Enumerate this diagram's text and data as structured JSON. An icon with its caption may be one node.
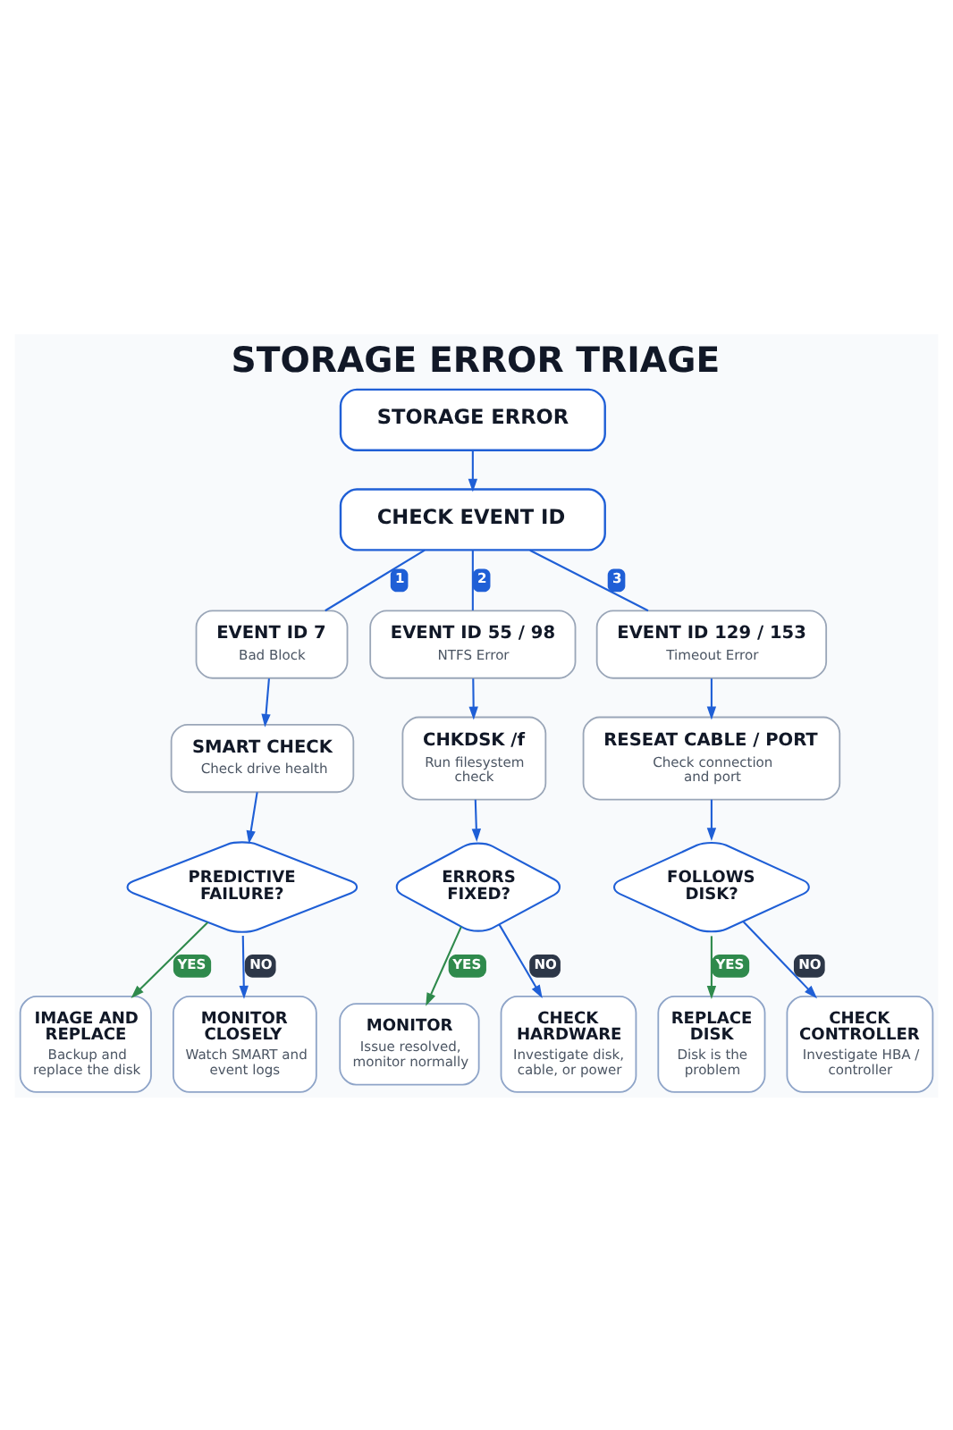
{
  "diagram": {
    "title": "STORAGE ERROR TRIAGE",
    "nodes": [
      {
        "text": [
          "STORAGE ERROR"
        ]
      },
      {
        "text": [
          "CHECK EVENT ID"
        ]
      },
      {
        "text": [
          "EVENT ID 7",
          "Bad Block"
        ]
      },
      {
        "text": [
          "EVENT ID 55 / 98",
          "NTFS Error"
        ]
      },
      {
        "text": [
          "EVENT ID 129 / 153",
          "Timeout Error"
        ]
      },
      {
        "text": [
          "SMART CHECK",
          "Check drive health"
        ]
      },
      {
        "text": [
          "CHKDSK /f",
          "Run filesystem check"
        ]
      },
      {
        "text": [
          "RESEAT CABLE / PORT",
          "Check connection and port"
        ]
      },
      {
        "text": [
          "PREDICTIVE FAILURE?"
        ]
      },
      {
        "text": [
          "ERRORS FIXED?"
        ]
      },
      {
        "text": [
          "FOLLOWS DISK?"
        ]
      },
      {
        "text": [
          "IMAGE AND REPLACE",
          "Backup and replace the disk"
        ]
      },
      {
        "text": [
          "MONITOR CLOSELY",
          "Watch SMART and event logs"
        ]
      },
      {
        "text": [
          "MONITOR",
          "Issue resolved, monitor normally"
        ]
      },
      {
        "text": [
          "CHECK HARDWARE",
          "Investigate disk, cable, or power"
        ]
      },
      {
        "text": [
          "REPLACE DISK",
          "Disk is the problem"
        ]
      },
      {
        "text": [
          "CHECK CONTROLLER",
          "Investigate HBA / controller"
        ]
      }
    ],
    "edges": [
      {
        "from": 0,
        "to": 1,
        "arrow": "to"
      },
      {
        "from": 1,
        "to": 2,
        "arrow": "none",
        "label": "1"
      },
      {
        "from": 1,
        "to": 3,
        "arrow": "none",
        "label": "2"
      },
      {
        "from": 1,
        "to": 4,
        "arrow": "none",
        "label": "3"
      },
      {
        "from": 2,
        "to": 5,
        "arrow": "to"
      },
      {
        "from": 3,
        "to": 6,
        "arrow": "to"
      },
      {
        "from": 4,
        "to": 7,
        "arrow": "to"
      },
      {
        "from": 5,
        "to": 8,
        "arrow": "to"
      },
      {
        "from": 6,
        "to": 9,
        "arrow": "to"
      },
      {
        "from": 7,
        "to": 10,
        "arrow": "to"
      },
      {
        "from": 8,
        "to": 11,
        "arrow": "to",
        "label": "YES",
        "color": "#2f8a4c"
      },
      {
        "from": 8,
        "to": 12,
        "arrow": "to",
        "label": "NO"
      },
      {
        "from": 9,
        "to": 13,
        "arrow": "to",
        "label": "YES",
        "color": "#2f8a4c"
      },
      {
        "from": 9,
        "to": 14,
        "arrow": "to",
        "label": "NO"
      },
      {
        "from": 10,
        "to": 15,
        "arrow": "to",
        "label": "YES",
        "color": "#2f8a4c"
      },
      {
        "from": 10,
        "to": 16,
        "arrow": "to",
        "label": "NO"
      }
    ]
  }
}
